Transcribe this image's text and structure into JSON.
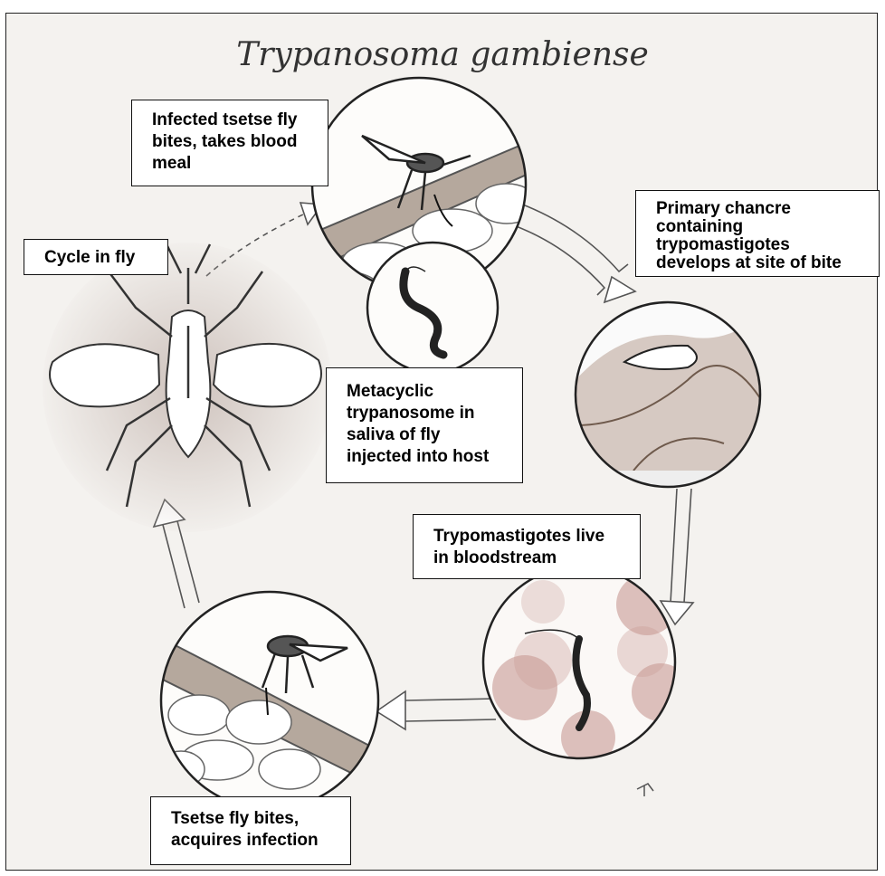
{
  "title": "Trypanosoma gambiense",
  "labels": {
    "fly_bites": "Infected tsetse fly\nbites, takes blood\nmeal",
    "chancre": "Primary chancre\ncontaining\ntrypomastigotes\ndevelops at site of bite",
    "cycle_fly": "Cycle in fly",
    "metacyclic": "Metacyclic\ntrypanosome in\nsaliva of fly\ninjected into host",
    "bloodstream": "Trypomastigotes live\nin bloodstream",
    "acquires": "Tsetse fly bites,\nacquires infection"
  },
  "colors": {
    "background": "#f4f2ef",
    "ink": "#333333",
    "tissue": "#8a6f5a",
    "blood_cell": "#c89a94",
    "halo": "#c9bcb6"
  },
  "icons": [
    "tsetse-fly-icon",
    "trypanosome-icon",
    "blood-cells-icon",
    "chancre-icon",
    "cycle-arrow-icon"
  ]
}
